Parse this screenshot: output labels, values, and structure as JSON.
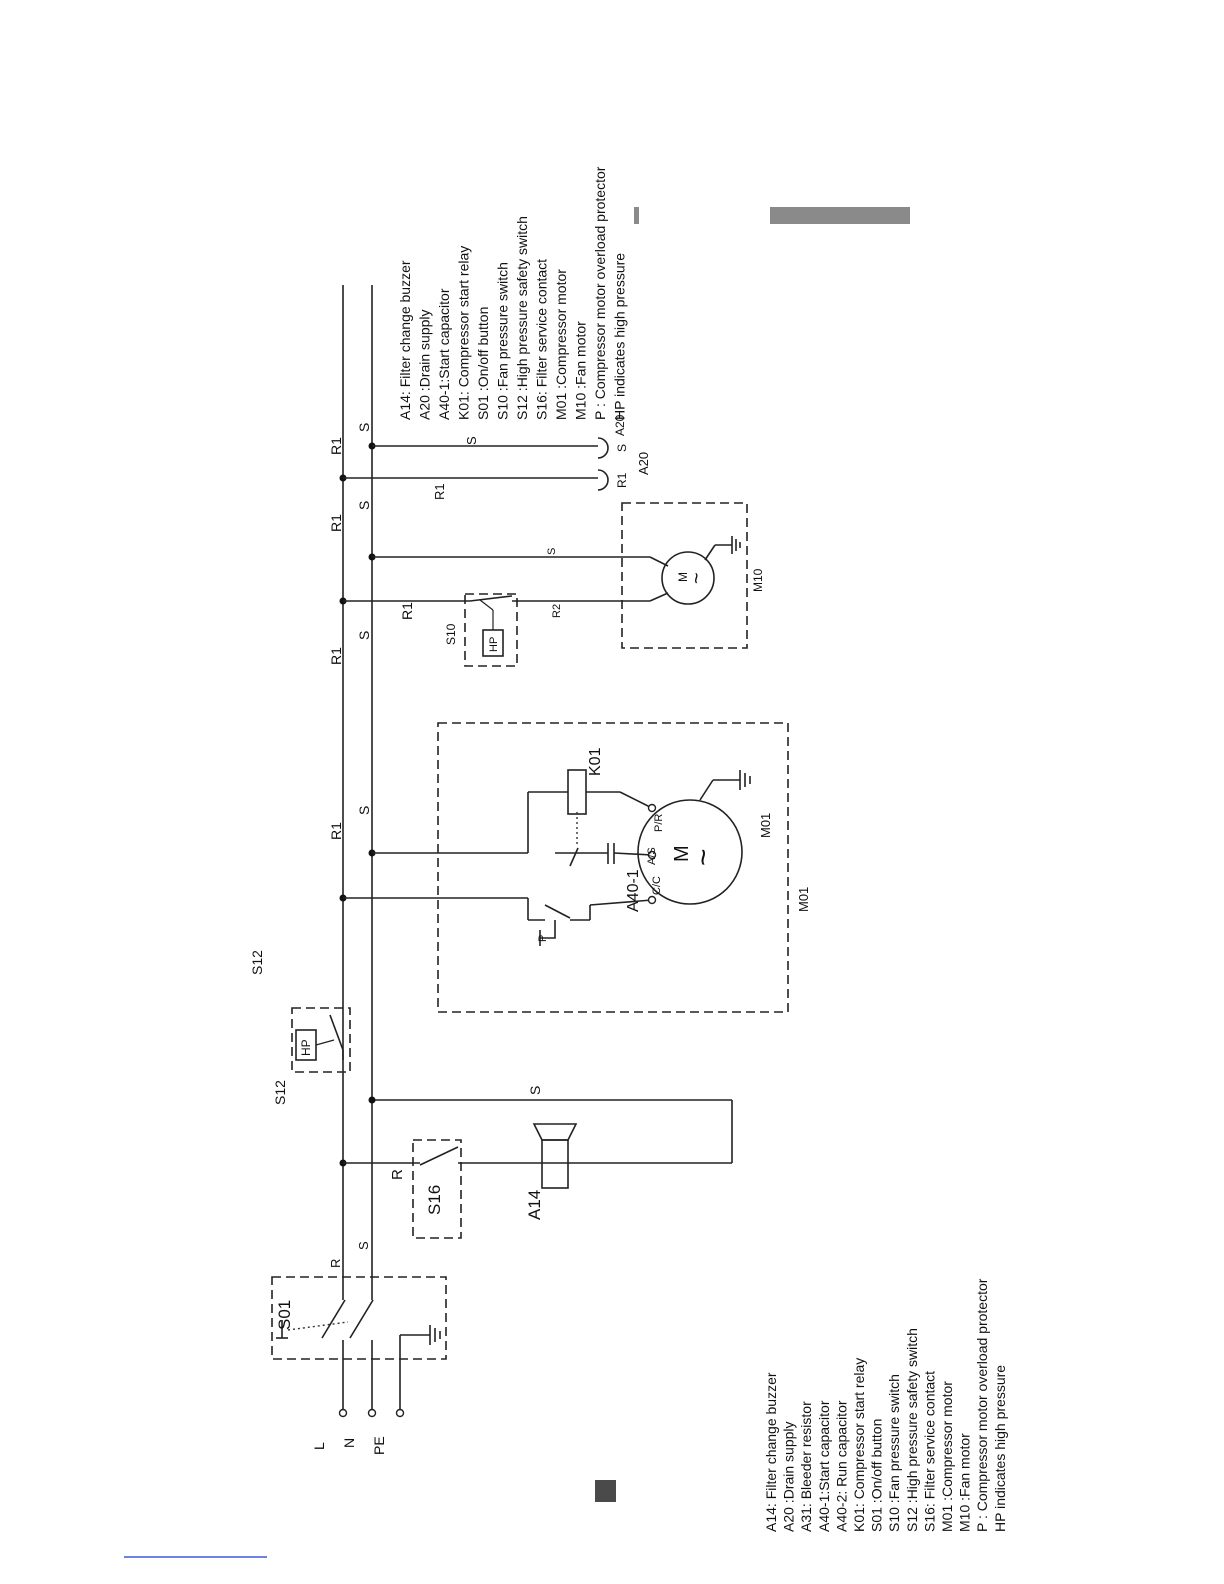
{
  "supply": {
    "line": "L",
    "neutral": "N",
    "earth": "PE"
  },
  "wire_labels": {
    "r": "R",
    "s": "S",
    "r1": "R1",
    "r2": "R2"
  },
  "components": {
    "S01": "S01",
    "S16": "S16",
    "A14": "A14",
    "S12": "S12",
    "HP": "HP",
    "M01": "M01",
    "K01": "K01",
    "A40_1": "A40-1",
    "P": "P",
    "CC": "C/C",
    "AS": "A/S",
    "PR": "P/R",
    "motor_M": "M",
    "tilde": "~",
    "S10": "S10",
    "M10": "M10",
    "A20": "A20"
  },
  "legend_bottom": [
    "A14: Filter change buzzer",
    "A20 :Drain supply",
    "A31: Bleeder resistor",
    "A40-1:Start capacitor",
    "A40-2: Run capacitor",
    "K01: Compressor start relay",
    "S01 :On/off button",
    "S10 :Fan pressure switch",
    "S12 :High pressure safety switch",
    "S16: Filter service contact",
    "M01 :Compressor motor",
    "M10 :Fan motor",
    "P : Compressor motor overload protector",
    "HP indicates high pressure"
  ],
  "legend_top": [
    "A14: Filter change buzzer",
    "A20 :Drain supply",
    "A40-1:Start capacitor",
    "K01: Compressor start relay",
    "S01 :On/off button",
    "S10 :Fan pressure switch",
    "S12 :High pressure safety switch",
    "S16: Filter service contact",
    "M01 :Compressor motor",
    "M10 :Fan motor",
    "P : Compressor motor overload protector",
    "HP indicates high pressure"
  ]
}
